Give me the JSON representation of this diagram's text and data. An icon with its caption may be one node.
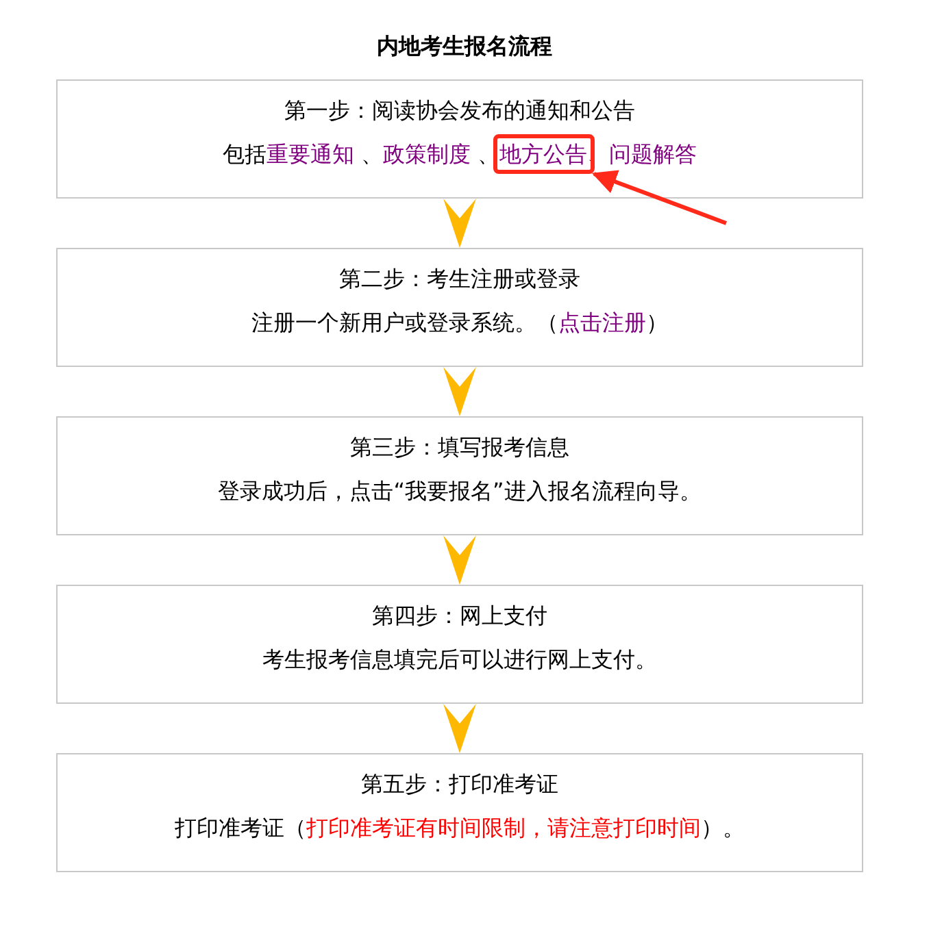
{
  "diagram": {
    "title": "内地考生报名流程",
    "nodes": [
      {
        "text": [
          "第一步：阅读协会发布的通知和公告",
          "包括重要通知 、政策制度 、地方公告、问题解答"
        ]
      },
      {
        "text": [
          "第二步：考生注册或登录",
          "注册一个新用户或登录系统。（点击注册）"
        ]
      },
      {
        "text": [
          "第三步：填写报考信息",
          "登录成功后，点击“我要报名”进入报名流程向导。"
        ]
      },
      {
        "text": [
          "第四步：网上支付",
          "考生报考信息填完后可以进行网上支付。"
        ]
      },
      {
        "text": [
          "第五步：打印准考证",
          "打印准考证（打印准考证有时间限制，请注意打印时间）。"
        ]
      },
      {
        "text": [],
        "shape": "box",
        "in": 0
      }
    ],
    "edges": [
      {
        "from": 0,
        "to": 1,
        "arrow": "to"
      },
      {
        "from": 1,
        "to": 2,
        "arrow": "to"
      },
      {
        "from": 2,
        "to": 3,
        "arrow": "to"
      },
      {
        "from": 3,
        "to": 4,
        "arrow": "to"
      },
      {
        "from": null,
        "to": 5,
        "arrow": "to",
        "color": "#ff2a1a"
      }
    ]
  }
}
